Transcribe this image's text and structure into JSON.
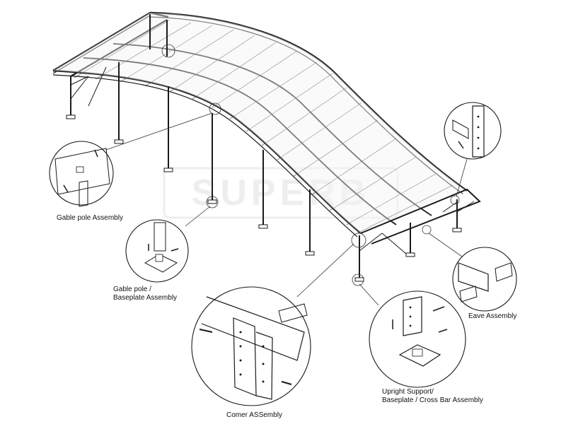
{
  "diagram": {
    "callouts": [
      {
        "id": "gable-pole",
        "label_lines": [
          "Gable pole Assembly"
        ]
      },
      {
        "id": "gable-baseplate",
        "label_lines": [
          "Gable pole /",
          "Baseplate Assembly"
        ]
      },
      {
        "id": "corner",
        "label_lines": [
          "Comer ASSembly"
        ]
      },
      {
        "id": "upright",
        "label_lines": [
          "Upright Support/",
          "Baseplate / Cross Bar Assembly"
        ]
      },
      {
        "id": "eave",
        "label_lines": [
          "Eave Assembly"
        ]
      },
      {
        "id": "top-eave",
        "label_lines": []
      }
    ],
    "watermark": "SUPERB"
  }
}
